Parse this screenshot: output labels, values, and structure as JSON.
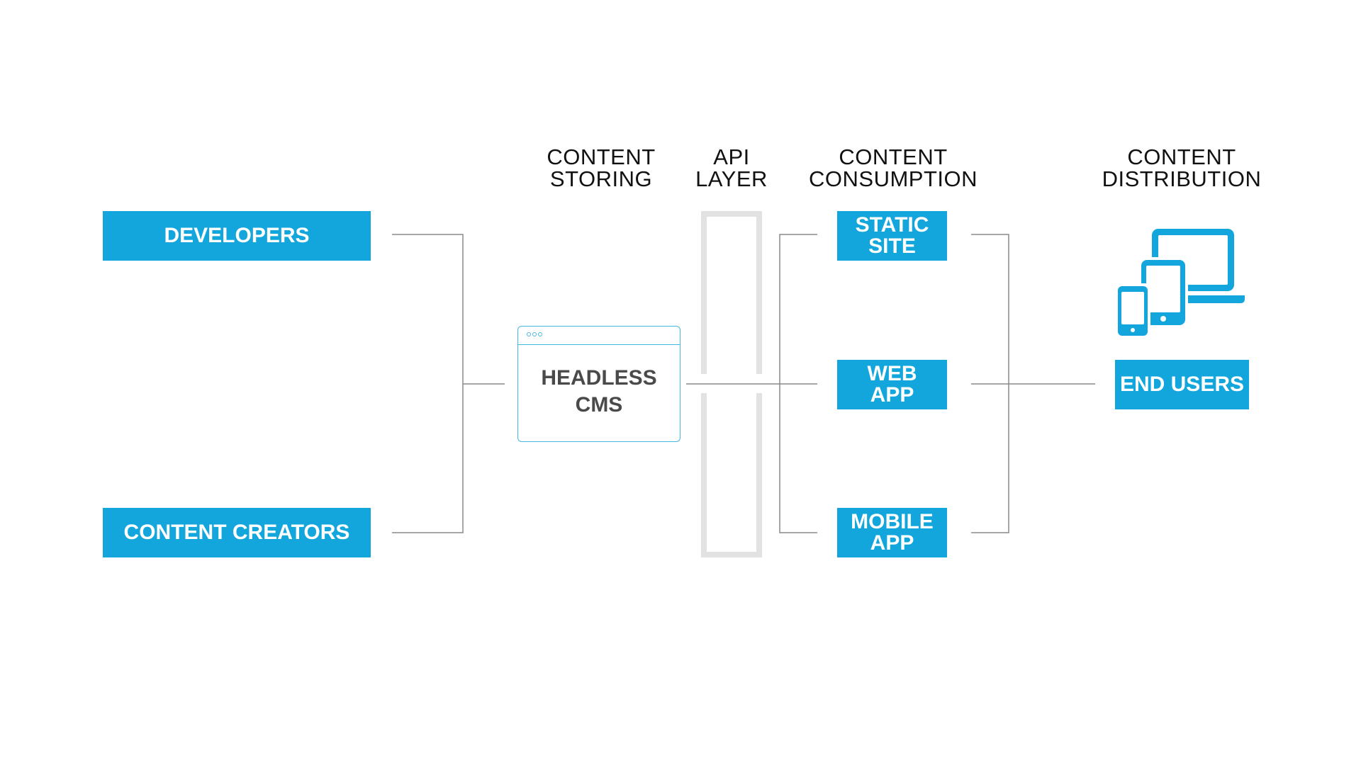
{
  "colors": {
    "accent": "#12a6dc",
    "line": "#8a8a8a",
    "api": "#e2e2e2",
    "cms_border": "#46b7e3"
  },
  "headings": {
    "storing": [
      "CONTENT",
      "STORING"
    ],
    "api": [
      "API",
      "LAYER"
    ],
    "consumption": [
      "CONTENT",
      "CONSUMPTION"
    ],
    "distribution": [
      "CONTENT",
      "DISTRIBUTION"
    ]
  },
  "sources": {
    "developers": "DEVELOPERS",
    "creators": "CONTENT CREATORS"
  },
  "cms": {
    "line1": "HEADLESS",
    "line2": "CMS",
    "window_icon": "browser-window-icon"
  },
  "consumers": {
    "static_site": [
      "STATIC",
      "SITE"
    ],
    "web_app": [
      "WEB",
      "APP"
    ],
    "mobile_app": [
      "MOBILE",
      "APP"
    ]
  },
  "distribution": {
    "end_users": "END USERS",
    "devices_icon": "devices-icon"
  }
}
